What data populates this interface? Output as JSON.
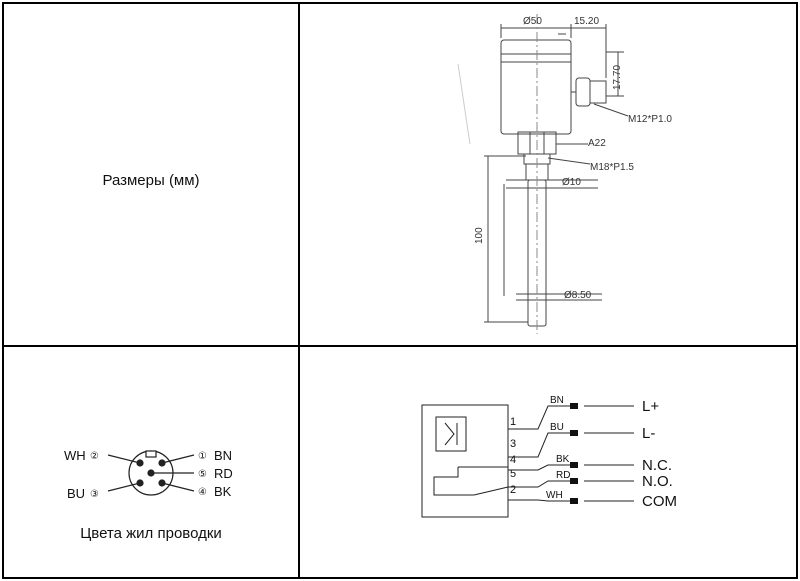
{
  "dimensions_cell": {
    "label": "Размеры (мм)",
    "drawing": {
      "dia_top": "Ø50",
      "connector_width": "15.20",
      "connector_height": "17.70",
      "connector_thread": "M12*P1.0",
      "wrench_size": "A22",
      "process_thread": "M18*P1.5",
      "rod_dia": "Ø10",
      "length": "100",
      "tip_dia": "Ø8.50"
    }
  },
  "pinout_cell": {
    "label": "Цвета жил проводки",
    "pins": [
      {
        "name": "WH",
        "num": "②"
      },
      {
        "name": "BU",
        "num": "③"
      },
      {
        "name": "BN",
        "num": "①"
      },
      {
        "name": "RD",
        "num": "⑤"
      },
      {
        "name": "BK",
        "num": "④"
      }
    ]
  },
  "wiring_cell": {
    "terminals": [
      {
        "num": "1",
        "color": "BN",
        "signal": "L+"
      },
      {
        "num": "3",
        "color": "BU",
        "signal": "L-"
      },
      {
        "num": "4",
        "color": "BK",
        "signal": "N.C."
      },
      {
        "num": "5",
        "color": "RD",
        "signal": "N.O."
      },
      {
        "num": "2",
        "color": "WH",
        "signal": "COM"
      }
    ]
  }
}
